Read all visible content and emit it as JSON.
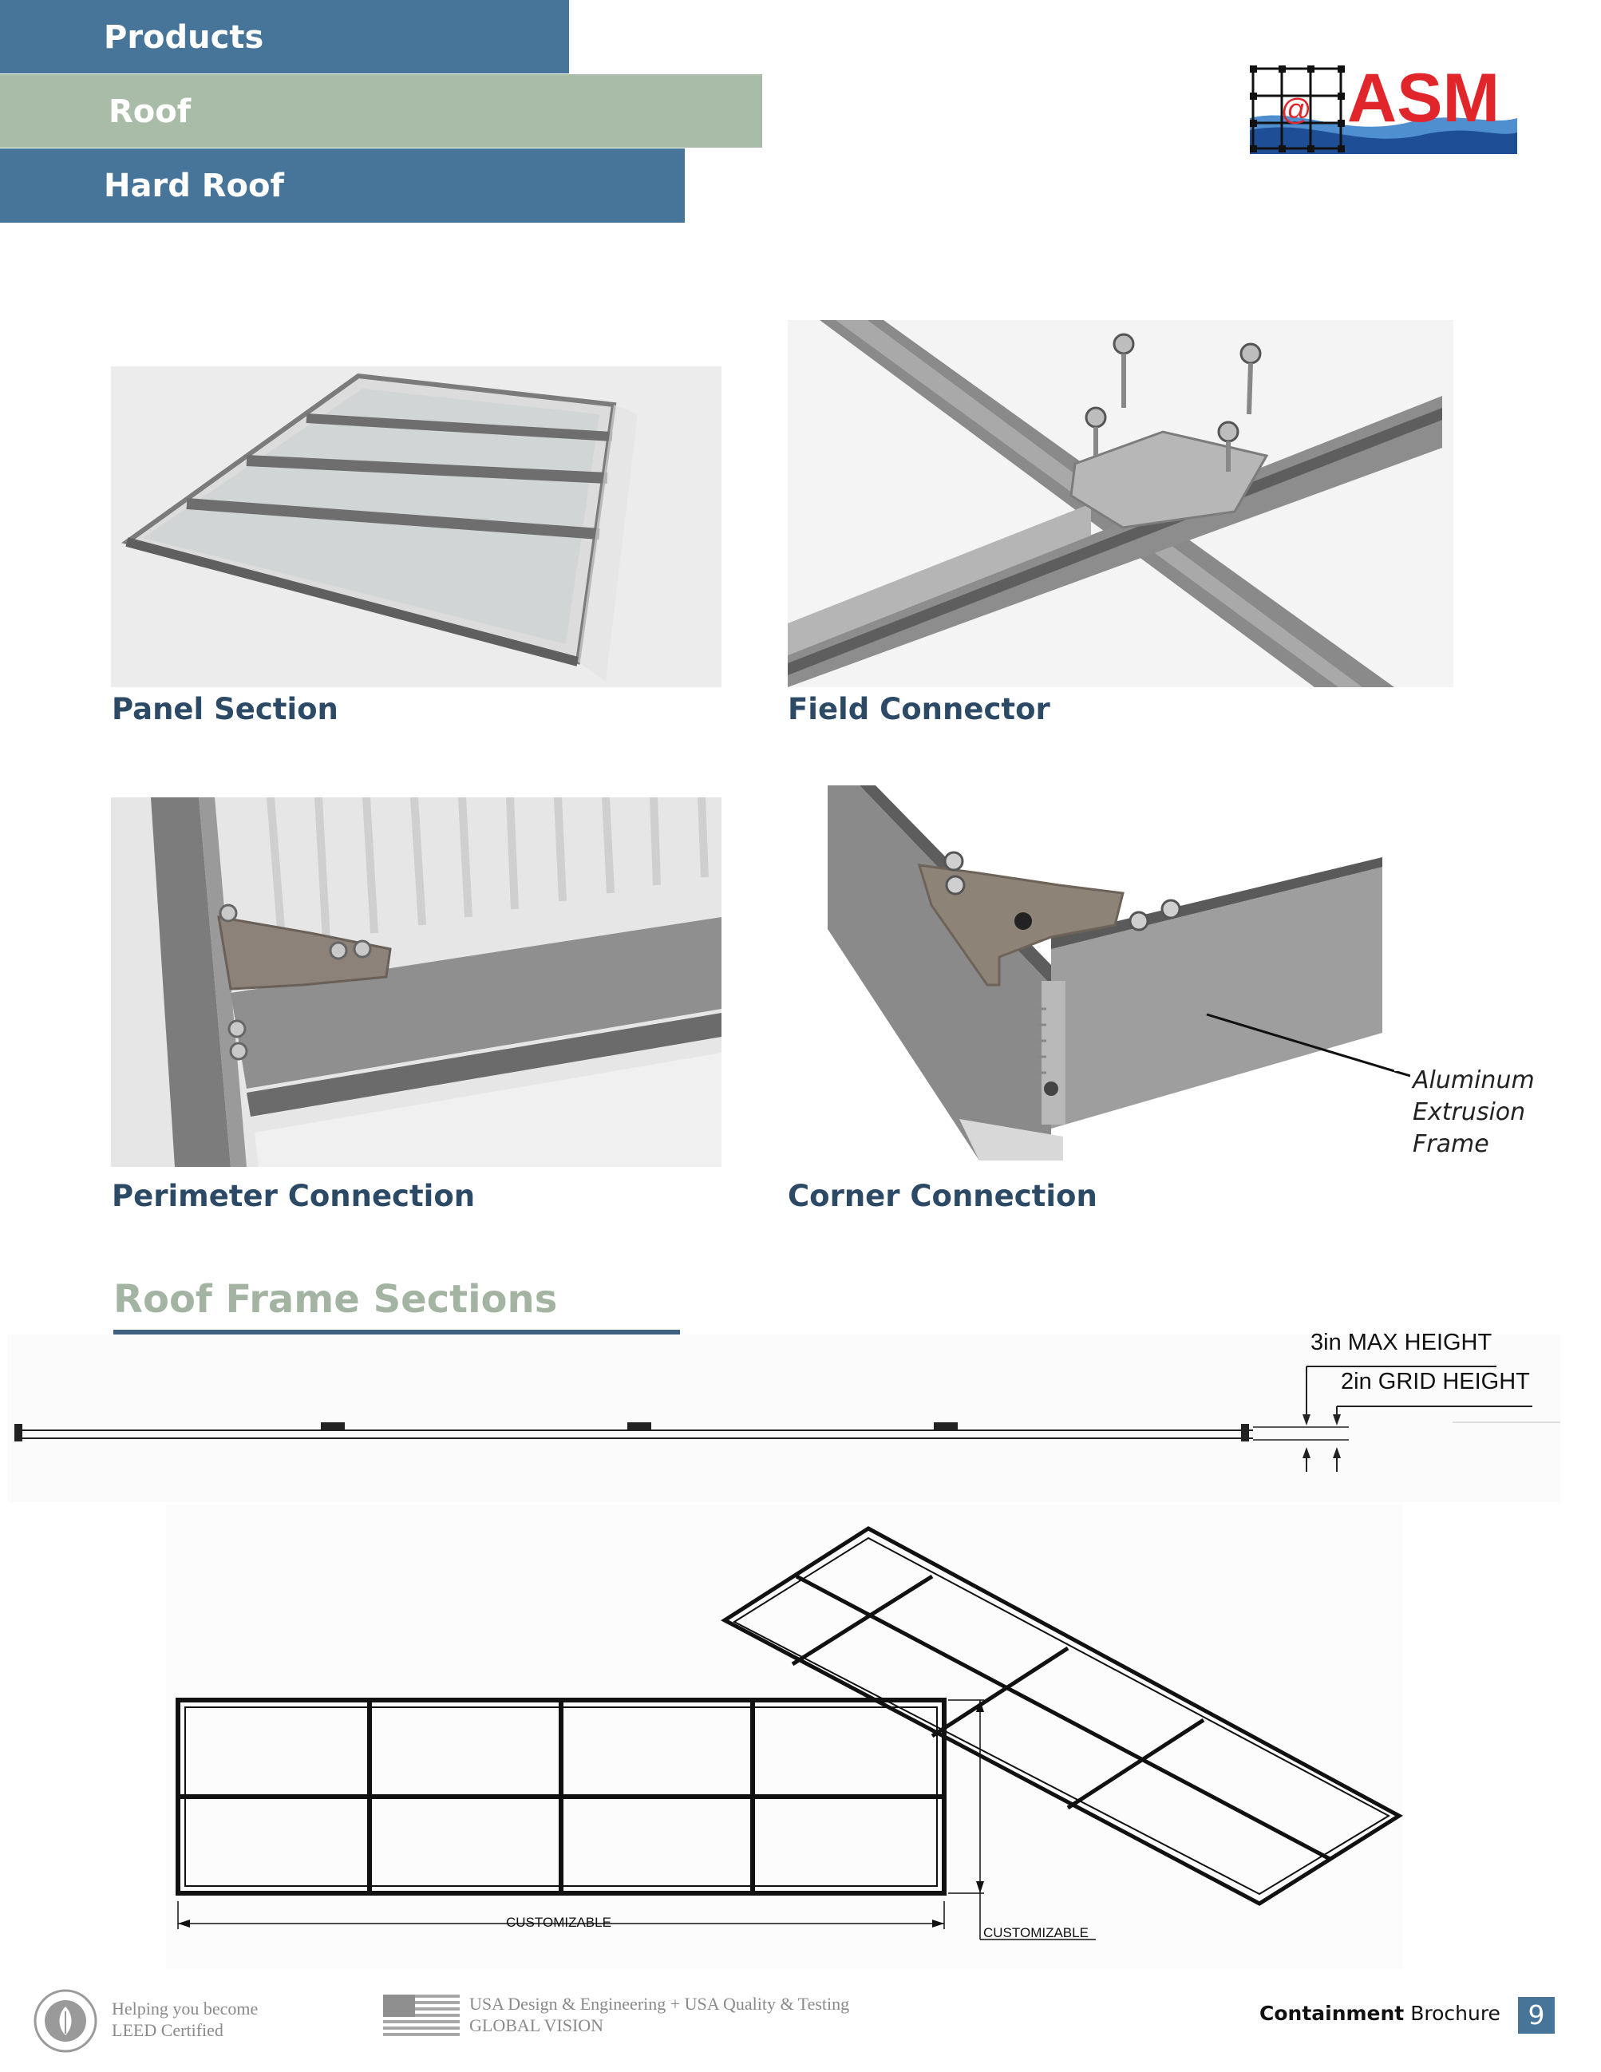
{
  "header": {
    "products_label": "Products",
    "roof_label": "Roof",
    "hard_roof_label": "Hard Roof"
  },
  "logo": {
    "text": "ASM",
    "at_symbol": "@"
  },
  "photos": {
    "panel_section": "Panel Section",
    "field_connector": "Field Connector",
    "perimeter_connection": "Perimeter Connection",
    "corner_connection": "Corner Connection",
    "corner_callout": [
      "Aluminum",
      "Extrusion",
      "Frame"
    ]
  },
  "frame_sections": {
    "title": "Roof Frame Sections",
    "max_height": "3in MAX HEIGHT",
    "grid_height": "2in GRID HEIGHT",
    "width_label": "CUSTOMIZABLE",
    "depth_label": "CUSTOMIZABLE"
  },
  "footer": {
    "leed_line1": "Helping you become",
    "leed_line2": "LEED Certified",
    "usa_line1": "USA Design & Engineering + USA Quality & Testing",
    "usa_line2": "GLOBAL VISION",
    "brochure_bold": "Containment",
    "brochure_rest": " Brochure",
    "page_number": "9"
  },
  "colors": {
    "brand_blue": "#47759a",
    "brand_green": "#a9bca8",
    "caption_navy": "#2c4a66",
    "logo_red": "#e0262b"
  }
}
